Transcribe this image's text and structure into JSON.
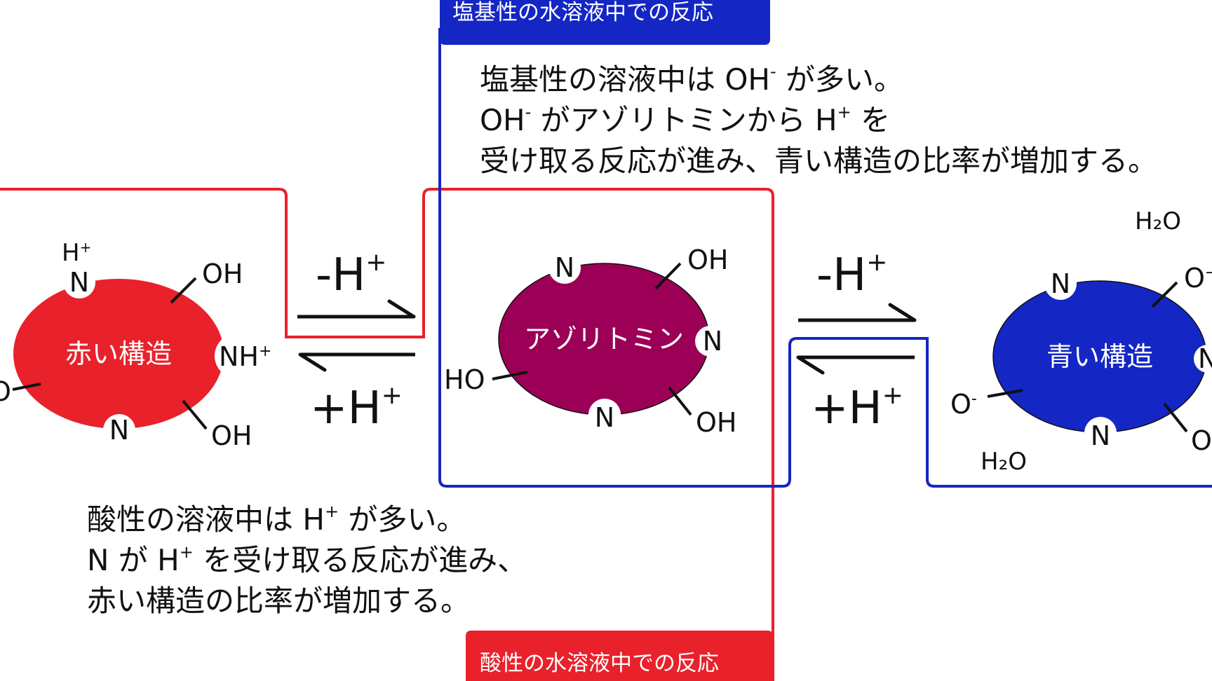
{
  "colors": {
    "red": "#e8212b",
    "blue": "#1426c4",
    "purple": "#9b0056",
    "black": "#111111"
  },
  "banners": {
    "basic": "塩基性の水溶液中での反応",
    "acidic": "酸性の水溶液中での反応"
  },
  "structures": {
    "red_label": "赤い構造",
    "purple_label": "アゾリトミン",
    "blue_label": "青い構造"
  },
  "red_structure": {
    "h_plus_base": "H",
    "h_plus_sup": "+",
    "n_top": "N",
    "oh_top": "OH",
    "nh_base": "NH",
    "nh_sup": "+",
    "n_bottom": "N",
    "oh_bottom": "OH",
    "left_partial": "O"
  },
  "purple_structure": {
    "n_top": "N",
    "oh_top": "OH",
    "n_right": "N",
    "ho_left": "HO",
    "n_bottom": "N",
    "oh_bottom": "OH"
  },
  "blue_structure": {
    "n_top": "N",
    "o_top_base": "O",
    "o_top_sup": "−",
    "n_right_partial": "N",
    "o_left_base": "O",
    "o_left_sup": "-",
    "n_bottom": "N",
    "o_bottom_partial": "O",
    "h2o_top": "H₂O",
    "h2o_bottom": "H₂O"
  },
  "equilibrium": {
    "left_forward_base": "-H",
    "left_forward_sup": "+",
    "left_reverse_base": "+H",
    "left_reverse_sup": "+",
    "right_forward_base": "-H",
    "right_forward_sup": "+",
    "right_reverse_base": "+H",
    "right_reverse_sup": "+"
  },
  "basic_text": {
    "l1_a": "塩基性の溶液中は OH",
    "l1_sup": "-",
    "l1_b": " が多い。",
    "l2_a": "OH",
    "l2_sup1": "-",
    "l2_b": " がアゾリトミンから H",
    "l2_sup2": "+",
    "l2_c": " を",
    "l3": "受け取る反応が進み、青い構造の比率が増加する。"
  },
  "acidic_text": {
    "l1_a": "酸性の溶液中は H",
    "l1_sup": "+",
    "l1_b": " が多い。",
    "l2_a": "N が H",
    "l2_sup": "+",
    "l2_b": " を受け取る反応が進み、",
    "l3": "赤い構造の比率が増加する。"
  }
}
